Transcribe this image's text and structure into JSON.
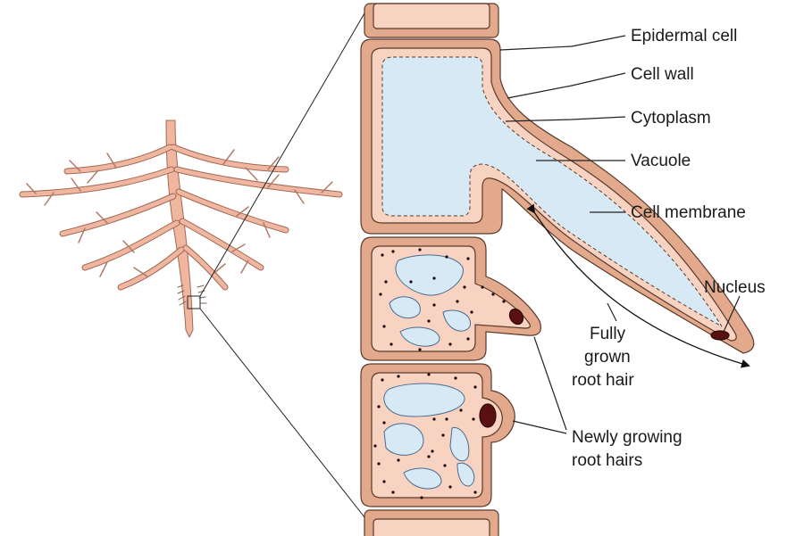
{
  "labels": {
    "epidermal_cell": "Epidermal cell",
    "cell_wall": "Cell wall",
    "cytoplasm": "Cytoplasm",
    "vacuole": "Vacuole",
    "cell_membrane": "Cell membrane",
    "nucleus": "Nucleus",
    "fully_grown_1": "Fully",
    "fully_grown_2": "grown",
    "fully_grown_3": "root hair",
    "newly_growing_1": "Newly growing",
    "newly_growing_2": "root hairs"
  },
  "colors": {
    "cell_wall": "#e2a98c",
    "cytoplasm": "#f8d3c2",
    "vacuole": "#d6e9f4",
    "nucleus": "#5a1010",
    "outline": "#5a3a2a",
    "root": "#f0b6a0",
    "root_outline": "#a06a55"
  }
}
